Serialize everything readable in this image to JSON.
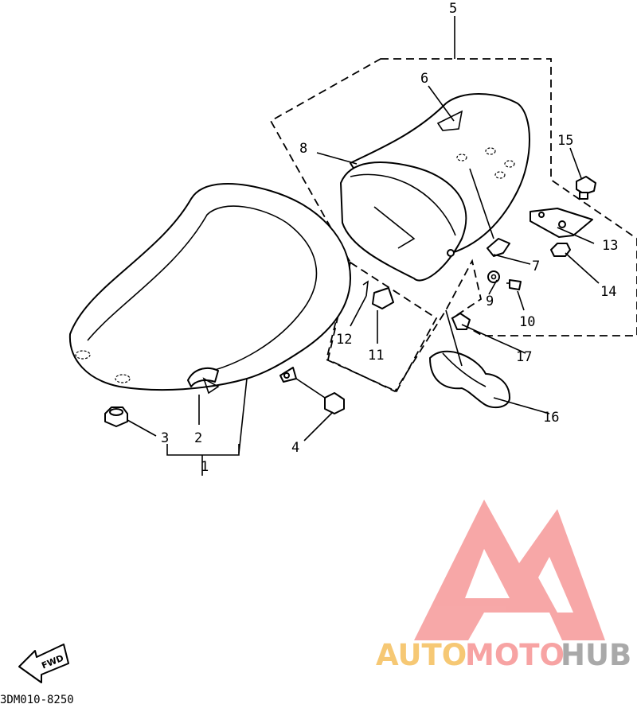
{
  "diagram_code": "3DM010-8250",
  "fwd_label": "FWD",
  "watermark": {
    "auto": "AUTO",
    "moto": "MOTO",
    "hub": "HUB",
    "logo": "M"
  },
  "colors": {
    "ink": "#000000",
    "auto": "#f6c874",
    "moto": "#f7a3a3",
    "hub": "#a9a9a9",
    "logo": "#f7a3a3"
  },
  "callouts": [
    {
      "id": "1",
      "text": "1"
    },
    {
      "id": "2",
      "text": "2"
    },
    {
      "id": "3",
      "text": "3"
    },
    {
      "id": "4",
      "text": "4"
    },
    {
      "id": "5",
      "text": "5"
    },
    {
      "id": "6",
      "text": "6"
    },
    {
      "id": "7",
      "text": "7"
    },
    {
      "id": "8",
      "text": "8"
    },
    {
      "id": "9",
      "text": "9"
    },
    {
      "id": "10",
      "text": "10"
    },
    {
      "id": "11",
      "text": "11"
    },
    {
      "id": "12",
      "text": "12"
    },
    {
      "id": "13",
      "text": "13"
    },
    {
      "id": "14",
      "text": "14"
    },
    {
      "id": "15",
      "text": "15"
    },
    {
      "id": "16",
      "text": "16"
    },
    {
      "id": "17",
      "text": "17"
    }
  ]
}
